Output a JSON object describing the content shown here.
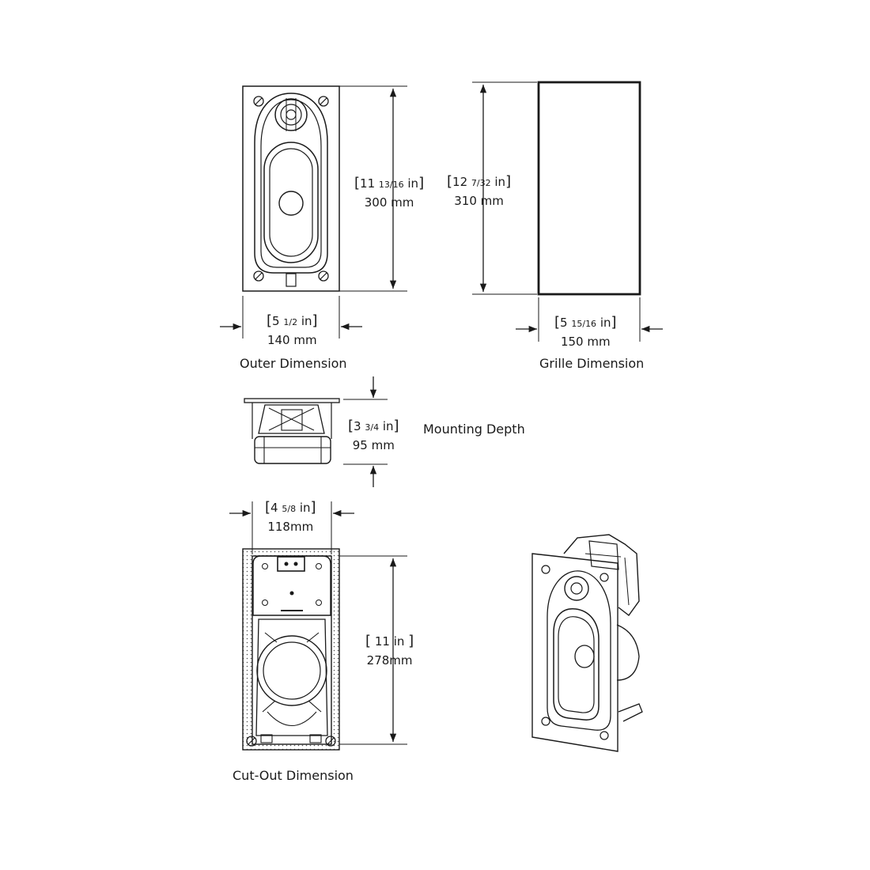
{
  "views": {
    "outer": {
      "caption": "Outer Dimension",
      "height": {
        "whole": "11",
        "fraction": "13/16",
        "unit": "in",
        "metric": "300 mm"
      },
      "width": {
        "whole": "5",
        "fraction": "1/2",
        "unit": "in",
        "metric": "140 mm"
      }
    },
    "grille": {
      "caption": "Grille Dimension",
      "height": {
        "whole": "12",
        "fraction": "7/32",
        "unit": "in",
        "metric": "310 mm"
      },
      "width": {
        "whole": "5",
        "fraction": "15/16",
        "unit": "in",
        "metric": "150 mm"
      }
    },
    "depth": {
      "caption": "Mounting Depth",
      "value": {
        "whole": "3",
        "fraction": "3/4",
        "unit": "in",
        "metric": "95 mm"
      }
    },
    "cutout": {
      "caption": "Cut-Out Dimension",
      "width": {
        "whole": "4",
        "fraction": "5/8",
        "unit": "in",
        "metric": "118mm"
      },
      "height": {
        "whole": "11",
        "fraction": "",
        "unit": "in",
        "metric": "278mm"
      }
    }
  }
}
